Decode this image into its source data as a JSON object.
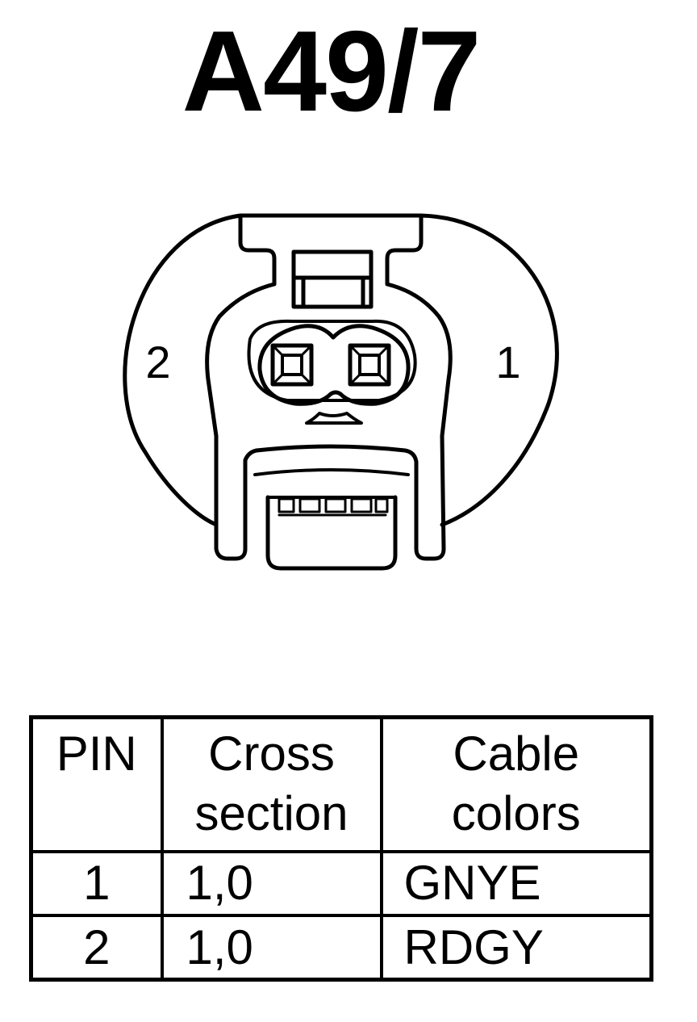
{
  "title": "A49/7",
  "connector": {
    "pin_labels": [
      {
        "id": "pin-2",
        "text": "2"
      },
      {
        "id": "pin-1",
        "text": "1"
      }
    ]
  },
  "table": {
    "headers": [
      {
        "line1": "PIN",
        "line2": ""
      },
      {
        "line1": "Cross",
        "line2": "section"
      },
      {
        "line1": "Cable",
        "line2": "colors"
      }
    ],
    "rows": [
      {
        "pin": "1",
        "cross_section": "1,0",
        "cable_color": "GNYE"
      },
      {
        "pin": "2",
        "cross_section": "1,0",
        "cable_color": "RDGY"
      }
    ]
  }
}
